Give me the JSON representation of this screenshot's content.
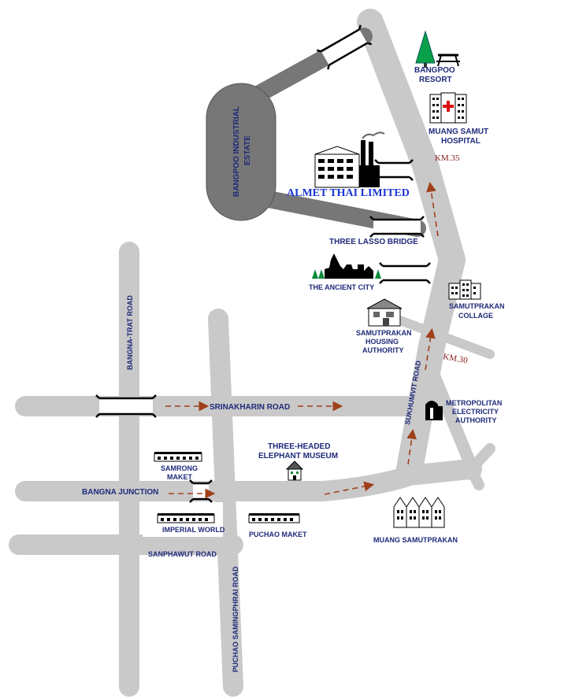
{
  "colors": {
    "road": "#c9c9c9",
    "estate": "#777777",
    "text": "#1f2a7a",
    "company": "#1a36d6",
    "km": "#8a1a1a",
    "arrow": "#a0401a"
  },
  "places": {
    "bangpoo_resort": [
      "BANGPOO",
      "RESORT"
    ],
    "muang_samut_hospital": [
      "MUANG SAMUT",
      "HOSPITAL"
    ],
    "km35": "KM.35",
    "bangpoo_industrial_estate": [
      "BANGPOO INDUSTRIAL",
      "ESTATE"
    ],
    "almet_thai": "ALMET THAI LIMITED",
    "three_lasso_bridge": "THREE LASSO BRIDGE",
    "ancient_city": "THE ANCIENT CITY",
    "samutprakan_collage": [
      "SAMUTPRAKAN",
      "COLLAGE"
    ],
    "housing_authority": [
      "SAMUTPRAKAN",
      "HOUSING",
      "AUTHORITY"
    ],
    "km30": "KM.30",
    "sukhumvit_road": "SUKHUMVIT ROAD",
    "metropolitan_electricity": [
      "METROPOLITAN",
      "ELECTRICITY",
      "AUTHORITY"
    ],
    "bangna_trat_road": "BANGNA-TRAT ROAD",
    "srinakharin_road": "SRINAKHARIN ROAD",
    "three_headed_museum": [
      "THREE-HEADED",
      "ELEPHANT MUSEUM"
    ],
    "samrong_maket": [
      "SAMRONG",
      "MAKET"
    ],
    "bangna_junction": "BANGNA JUNCTION",
    "imperial_world": "IMPERIAL WORLD",
    "puchao_maket": "PUCHAO MAKET",
    "muang_samutprakan": "MUANG SAMUTPRAKAN",
    "sanphawut_road": "SANPHAWUT ROAD",
    "puchao_samingphrai_road": "PUCHAO SAMINGPHRAI ROAD"
  }
}
